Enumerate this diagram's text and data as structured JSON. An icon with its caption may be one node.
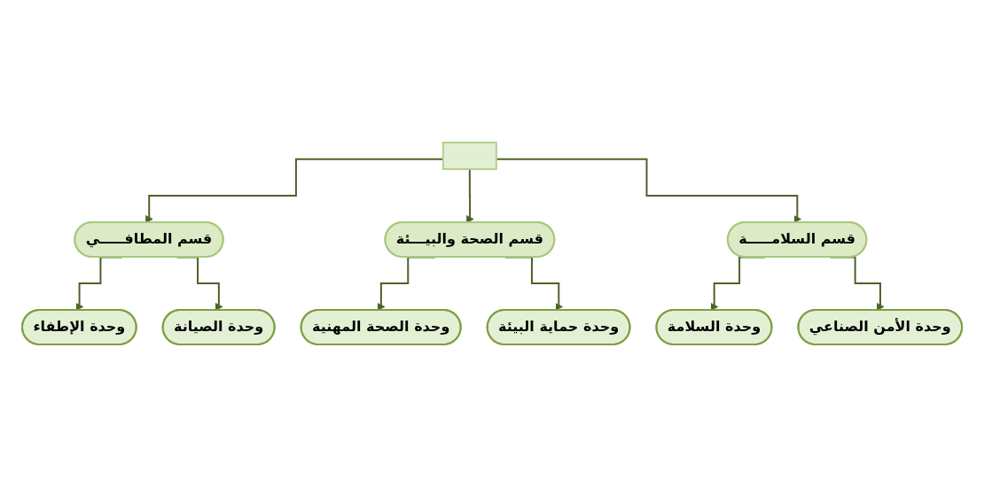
{
  "diagram": {
    "nodes": [
      {
        "text": [],
        "shape": "box"
      },
      {
        "text": [
          "قسم السلامـــــة"
        ]
      },
      {
        "text": [
          "قسم الصحة والبيـــئة"
        ]
      },
      {
        "text": [
          "قسم المطافـــــي"
        ]
      },
      {
        "text": [
          "وحدة الأمن الصناعي"
        ]
      },
      {
        "text": [
          "وحدة السلامة"
        ]
      },
      {
        "text": [
          "وحدة حماية البيئة"
        ]
      },
      {
        "text": [
          "وحدة الصحة المهنية"
        ]
      },
      {
        "text": [
          "وحدة الصيانة"
        ]
      },
      {
        "text": [
          "وحدة الإطفاء"
        ]
      }
    ],
    "edges": [
      {
        "from": 0,
        "to": 3,
        "arrow": "to"
      },
      {
        "from": 0,
        "to": 2,
        "arrow": "to"
      },
      {
        "from": 0,
        "to": 1,
        "arrow": "to"
      },
      {
        "from": 3,
        "to": 9,
        "arrow": "to"
      },
      {
        "from": 3,
        "to": 8,
        "arrow": "to"
      },
      {
        "from": 2,
        "to": 7,
        "arrow": "to"
      },
      {
        "from": 2,
        "to": 6,
        "arrow": "to"
      },
      {
        "from": 1,
        "to": 5,
        "arrow": "to"
      },
      {
        "from": 1,
        "to": 4,
        "arrow": "to"
      }
    ]
  }
}
